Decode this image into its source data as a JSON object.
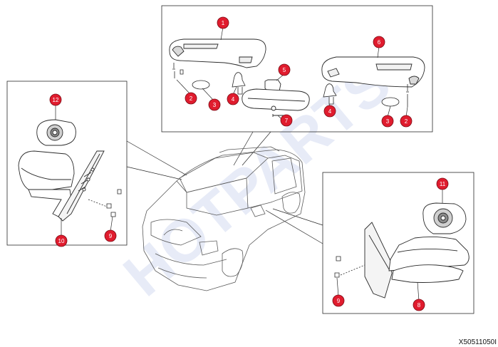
{
  "diagram_code": "X50511050I",
  "watermark": "HOTPARTS",
  "colors": {
    "line": "#2a2a2a",
    "callout_fill": "#e01c2e",
    "callout_stroke": "#7a0a14",
    "callout_text": "#ffffff",
    "watermark": "#e7ebf7"
  },
  "callouts": [
    "1",
    "2",
    "3",
    "4",
    "5",
    "6",
    "4",
    "3",
    "2",
    "7",
    "12",
    "10",
    "9",
    "11",
    "9",
    "8"
  ],
  "parts": {
    "p1": "left-sun-visor",
    "p2": "visor-screw",
    "p3": "visor-cap",
    "p4": "visor-retainer-clip",
    "p5": "inside-rear-view-mirror",
    "p6": "right-sun-visor",
    "p7": "mirror-screw",
    "p8": "right-outside-mirror",
    "p9": "mirror-nut",
    "p10": "left-outside-mirror",
    "p11": "right-mirror-glass",
    "p12": "left-mirror-glass"
  }
}
